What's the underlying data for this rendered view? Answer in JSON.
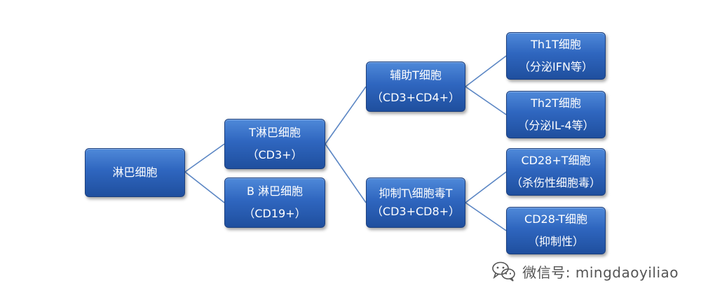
{
  "nodes": {
    "lymphocyte": "淋巴细胞",
    "t_cell": {
      "line1": "T淋巴细胞",
      "line2": "（CD3+）"
    },
    "b_cell": {
      "line1": "B 淋巴细胞",
      "line2": "（CD19+）"
    },
    "helper_t": {
      "line1": "辅助T细胞",
      "line2": "（CD3+CD4+）"
    },
    "suppressor_t": {
      "line1": "抑制T\\细胞毒T",
      "line2": "（CD3+CD8+）"
    },
    "th1": {
      "line1": "Th1T细胞",
      "line2": "（分泌IFN等）"
    },
    "th2": {
      "line1": "Th2T细胞",
      "line2": "（分泌IL-4等）"
    },
    "cd28_pos": {
      "line1": "CD28+T细胞",
      "line2": "（杀伤性细胞毒）"
    },
    "cd28_neg": {
      "line1": "CD28-T细胞",
      "line2": "（抑制性）"
    }
  },
  "colors": {
    "box_top": "#4f89d9",
    "box_bottom": "#1f4f9e",
    "connector": "#5b86c4",
    "text": "#ffffff"
  },
  "watermark": {
    "icon": "wechat-icon",
    "text": "微信号: mingdaoyiliao"
  }
}
